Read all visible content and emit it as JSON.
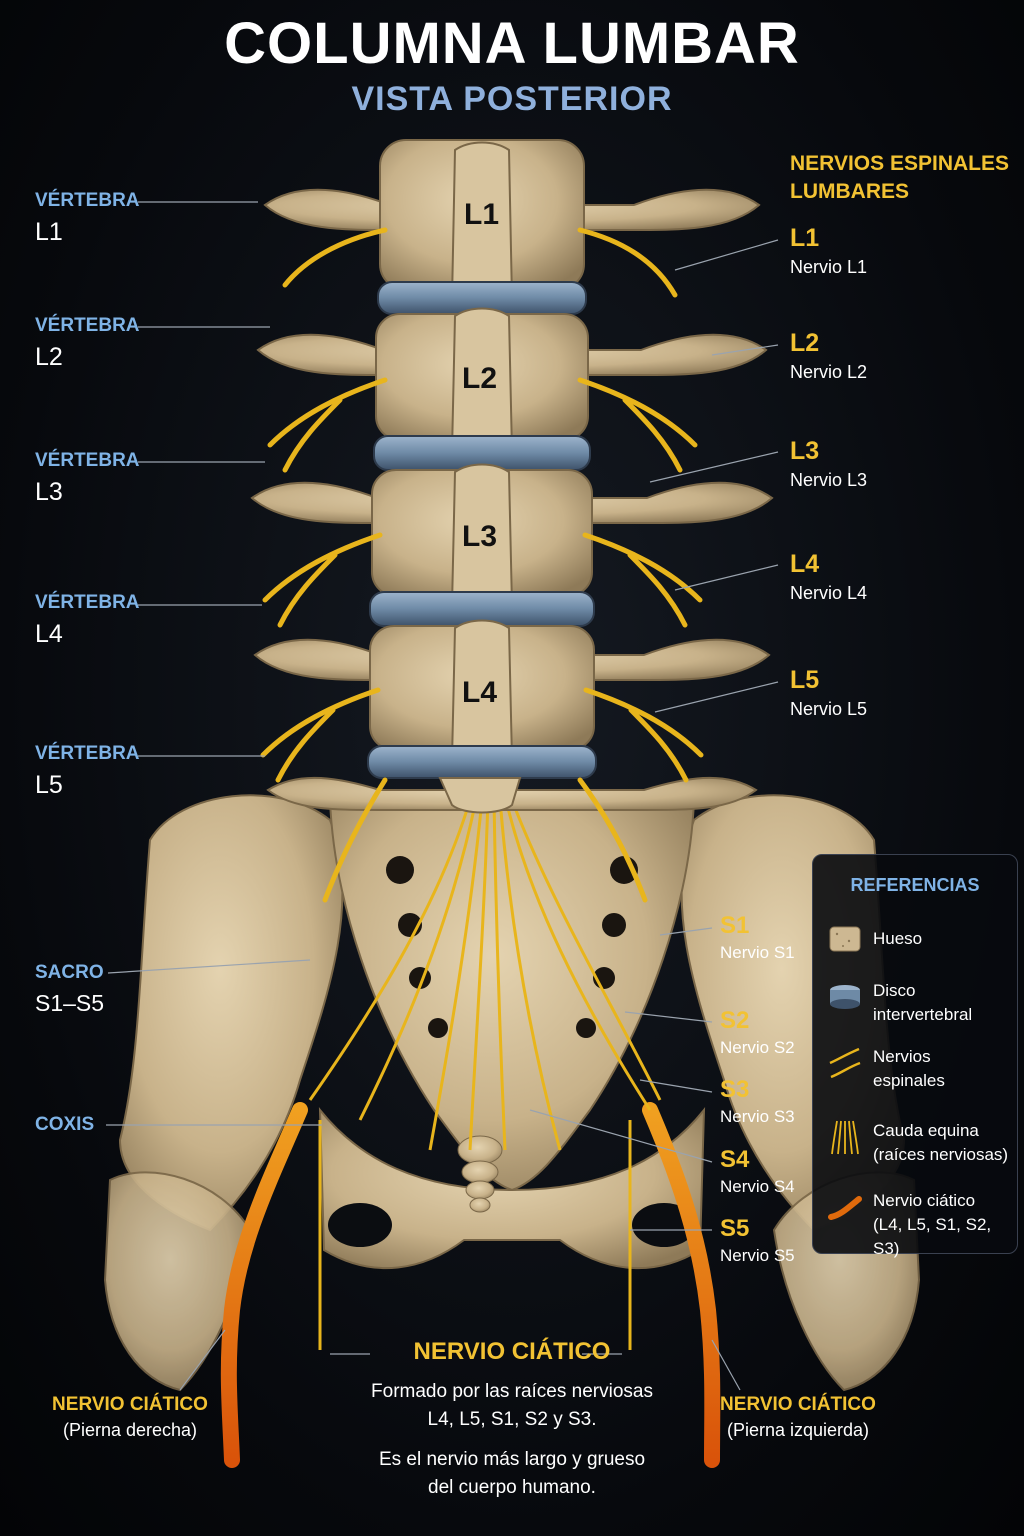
{
  "header": {
    "title": "COLUMNA LUMBAR",
    "subtitle": "VISTA POSTERIOR"
  },
  "vertebra_labels": [
    {
      "title": "VÉRTEBRA",
      "name": "L1"
    },
    {
      "title": "VÉRTEBRA",
      "name": "L2"
    },
    {
      "title": "VÉRTEBRA",
      "name": "L3"
    },
    {
      "title": "VÉRTEBRA",
      "name": "L4"
    },
    {
      "title": "VÉRTEBRA",
      "name": "L5"
    }
  ],
  "sacrum": {
    "title": "SACRO",
    "name": "S1–S5"
  },
  "coccyx": {
    "title": "COXIS"
  },
  "vertebra_body_labels": [
    "L1",
    "L2",
    "L3",
    "L4"
  ],
  "nerves_header": {
    "line1": "NERVIOS ESPINALES",
    "line2": "LUMBARES"
  },
  "lumbar_nerves": [
    {
      "code": "L1",
      "name": "Nervio L1"
    },
    {
      "code": "L2",
      "name": "Nervio L2"
    },
    {
      "code": "L3",
      "name": "Nervio L3"
    },
    {
      "code": "L4",
      "name": "Nervio L4"
    },
    {
      "code": "L5",
      "name": "Nervio L5"
    }
  ],
  "sacral_nerves": [
    {
      "code": "S1",
      "name": "Nervio S1"
    },
    {
      "code": "S2",
      "name": "Nervio S2"
    },
    {
      "code": "S3",
      "name": "Nervio S3"
    },
    {
      "code": "S4",
      "name": "Nervio S4"
    },
    {
      "code": "S5",
      "name": "Nervio S5"
    }
  ],
  "legend": {
    "title": "REFERENCIAS",
    "items": [
      {
        "icon": "bone-swatch-icon",
        "label_line1": "Hueso",
        "label_line2": ""
      },
      {
        "icon": "disc-swatch-icon",
        "label_line1": "Disco",
        "label_line2": "intervertebral"
      },
      {
        "icon": "spinal-nerve-swatch-icon",
        "label_line1": "Nervios",
        "label_line2": "espinales"
      },
      {
        "icon": "cauda-equina-swatch-icon",
        "label_line1": "Cauda equina",
        "label_line2": "(raíces nerviosas)"
      },
      {
        "icon": "sciatic-nerve-swatch-icon",
        "label_line1": "Nervio ciático",
        "label_line2": "(L4, L5, S1, S2, S3)"
      }
    ]
  },
  "sciatic": {
    "title": "NERVIO CIÁTICO",
    "desc_line1": "Formado por las raíces nerviosas",
    "desc_line2": "L4, L5, S1, S2 y S3.",
    "note_line1": "Es el nervio más largo y grueso",
    "note_line2": "del cuerpo humano.",
    "right_leg_title": "NERVIO CIÁTICO",
    "right_leg_sub": "(Pierna derecha)",
    "left_leg_title": "NERVIO CIÁTICO",
    "left_leg_sub": "(Pierna izquierda)"
  },
  "colors": {
    "bone": "#cdb892",
    "bone_shadow": "#8a7655",
    "disc": "#6e8aa6",
    "nerve": "#e8b51c",
    "sciatic": "#e06a0c",
    "label_blue": "#7fb3e6",
    "label_yellow": "#f2c233"
  }
}
